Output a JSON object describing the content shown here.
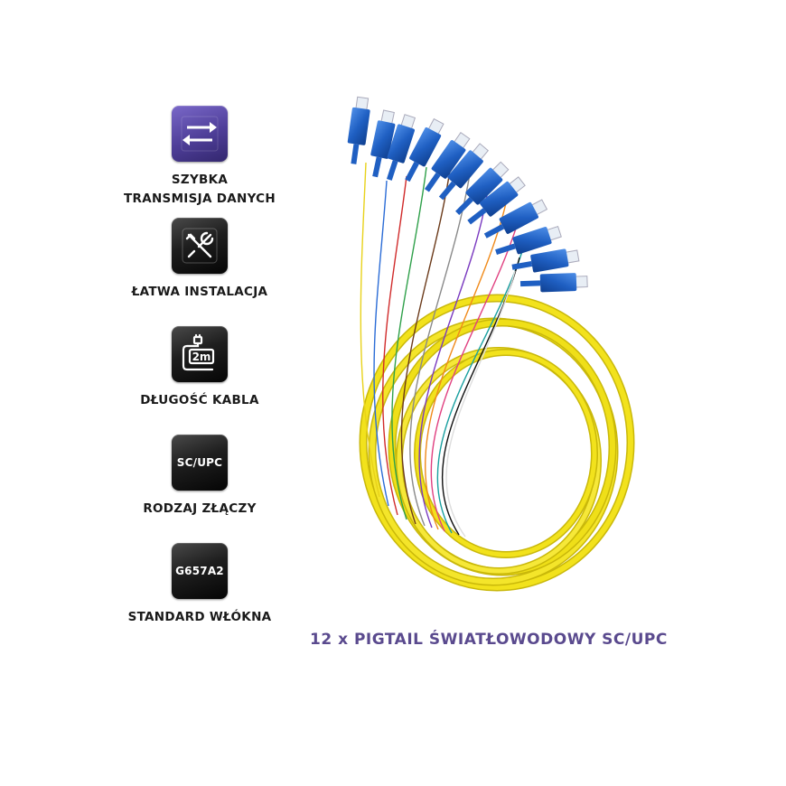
{
  "features": [
    {
      "icon": "transfer-arrows-icon",
      "label_lines": [
        "SZYBKA",
        "TRANSMISJA DANYCH"
      ]
    },
    {
      "icon": "tools-icon",
      "label_lines": [
        "ŁATWA INSTALACJA"
      ]
    },
    {
      "icon": "cable-length-icon",
      "icon_text": "2m",
      "label_lines": [
        "DŁUGOŚĆ KABLA"
      ]
    },
    {
      "icon_text": "SC/UPC",
      "label_lines": [
        "RODZAJ ZŁĄCZY"
      ]
    },
    {
      "icon_text": "G657A2",
      "label_lines": [
        "STANDARD WŁÓKNA"
      ]
    }
  ],
  "caption": "12 x PIGTAIL ŚWIATŁOWODOWY SC/UPC",
  "colors": {
    "accent_purple": "#5a4a8e",
    "tile_purple": "#4e3e98",
    "tile_dark": "#1e1e1e",
    "cable_yellow": "#f2e21c",
    "connector_blue": "#1f5fc2"
  }
}
